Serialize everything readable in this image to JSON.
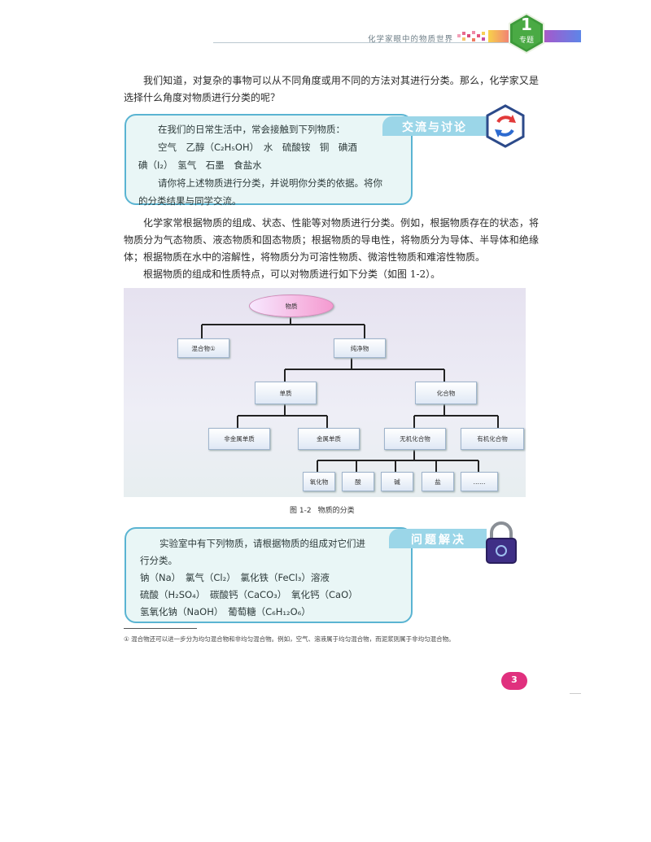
{
  "header": {
    "running_title": "化学家眼中的物质世界",
    "unit_number": "1",
    "unit_label": "专题",
    "accent": "#e0307e"
  },
  "intro": "我们知道，对复杂的事物可以从不同角度或用不同的方法对其进行分类。那么，化学家又是选择什么角度对物质进行分类的呢？",
  "discussion": {
    "title": "交流与讨论",
    "lines": [
      "在我们的日常生活中，常会接触到下列物质：",
      "空气　乙醇（C₂H₅OH）　水　硫酸铵　铜　碘酒",
      "碘（I₂）　氢气　石墨　食盐水",
      "请你将上述物质进行分类，并说明你分类的依据。将你",
      "的分类结果与同学交流。"
    ]
  },
  "body1": "化学家常根据物质的组成、状态、性能等对物质进行分类。例如，根据物质存在的状态，将物质分为气态物质、液态物质和固态物质；根据物质的导电性，将物质分为导体、半导体和绝缘体；根据物质在水中的溶解性，将物质分为可溶性物质、微溶性物质和难溶性物质。",
  "body2": "根据物质的组成和性质特点，可以对物质进行如下分类（如图 1-2）。",
  "diagram": {
    "root": "物质",
    "mixture": "混合物①",
    "pure": "纯净物",
    "element": "单质",
    "compound": "化合物",
    "nonmetal": "非金属单质",
    "metal": "金属单质",
    "inorganic": "无机化合物",
    "organic": "有机化合物",
    "oxide": "氧化物",
    "acid": "酸",
    "base": "碱",
    "salt": "盐",
    "more": "……"
  },
  "caption": {
    "number": "图 1-2",
    "text": "物质的分类"
  },
  "problem": {
    "title": "问题解决",
    "lines": [
      "实验室中有下列物质，请根据物质的组成对它们进",
      "行分类。",
      "钠（Na）　氯气（Cl₂）　氯化铁（FeCl₃）溶液",
      "硫酸（H₂SO₄）　碳酸钙（CaCO₃）　氧化钙（CaO）",
      "氢氧化钠（NaOH）　葡萄糖（C₆H₁₂O₆）"
    ]
  },
  "footnote": "① 混合物还可以进一步分为均匀混合物和非均匀混合物。例如，空气、溶液属于均匀混合物，而泥浆则属于非均匀混合物。",
  "page_number": "3"
}
